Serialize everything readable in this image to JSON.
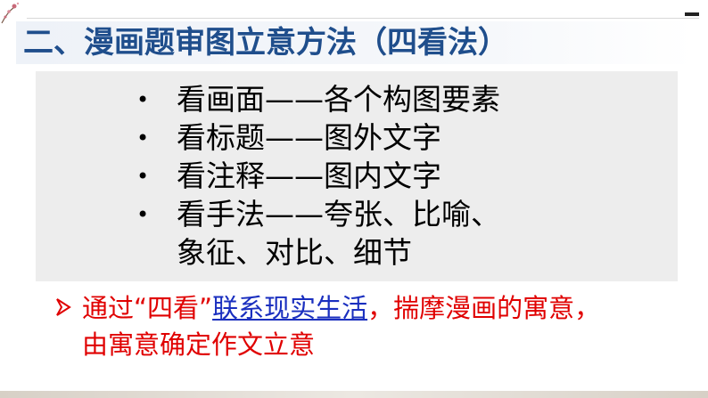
{
  "slide": {
    "title": "二、漫画题审图立意方法（四看法）",
    "bullets": [
      {
        "label": "看画面——各个构图要素"
      },
      {
        "label": "看标题——图外文字"
      },
      {
        "label": "看注释——图内文字"
      },
      {
        "label": "看手法——夸张、比喻、"
      }
    ],
    "bullet_continuation": "象征、对比、细节",
    "note": {
      "part1": "通过“四看”",
      "link": "联系现实生活",
      "part2": "，揣摩漫画的寓意，",
      "line2": "由寓意确定作文立意"
    }
  },
  "colors": {
    "title": "#1f4e8c",
    "note": "#e00000",
    "link": "#1a2fbf",
    "panel": "#ededed"
  },
  "icons": {
    "bullet": "bullet-dot-icon",
    "note_marker": "arrowhead-right-icon",
    "corner": "plum-blossom-icon"
  }
}
